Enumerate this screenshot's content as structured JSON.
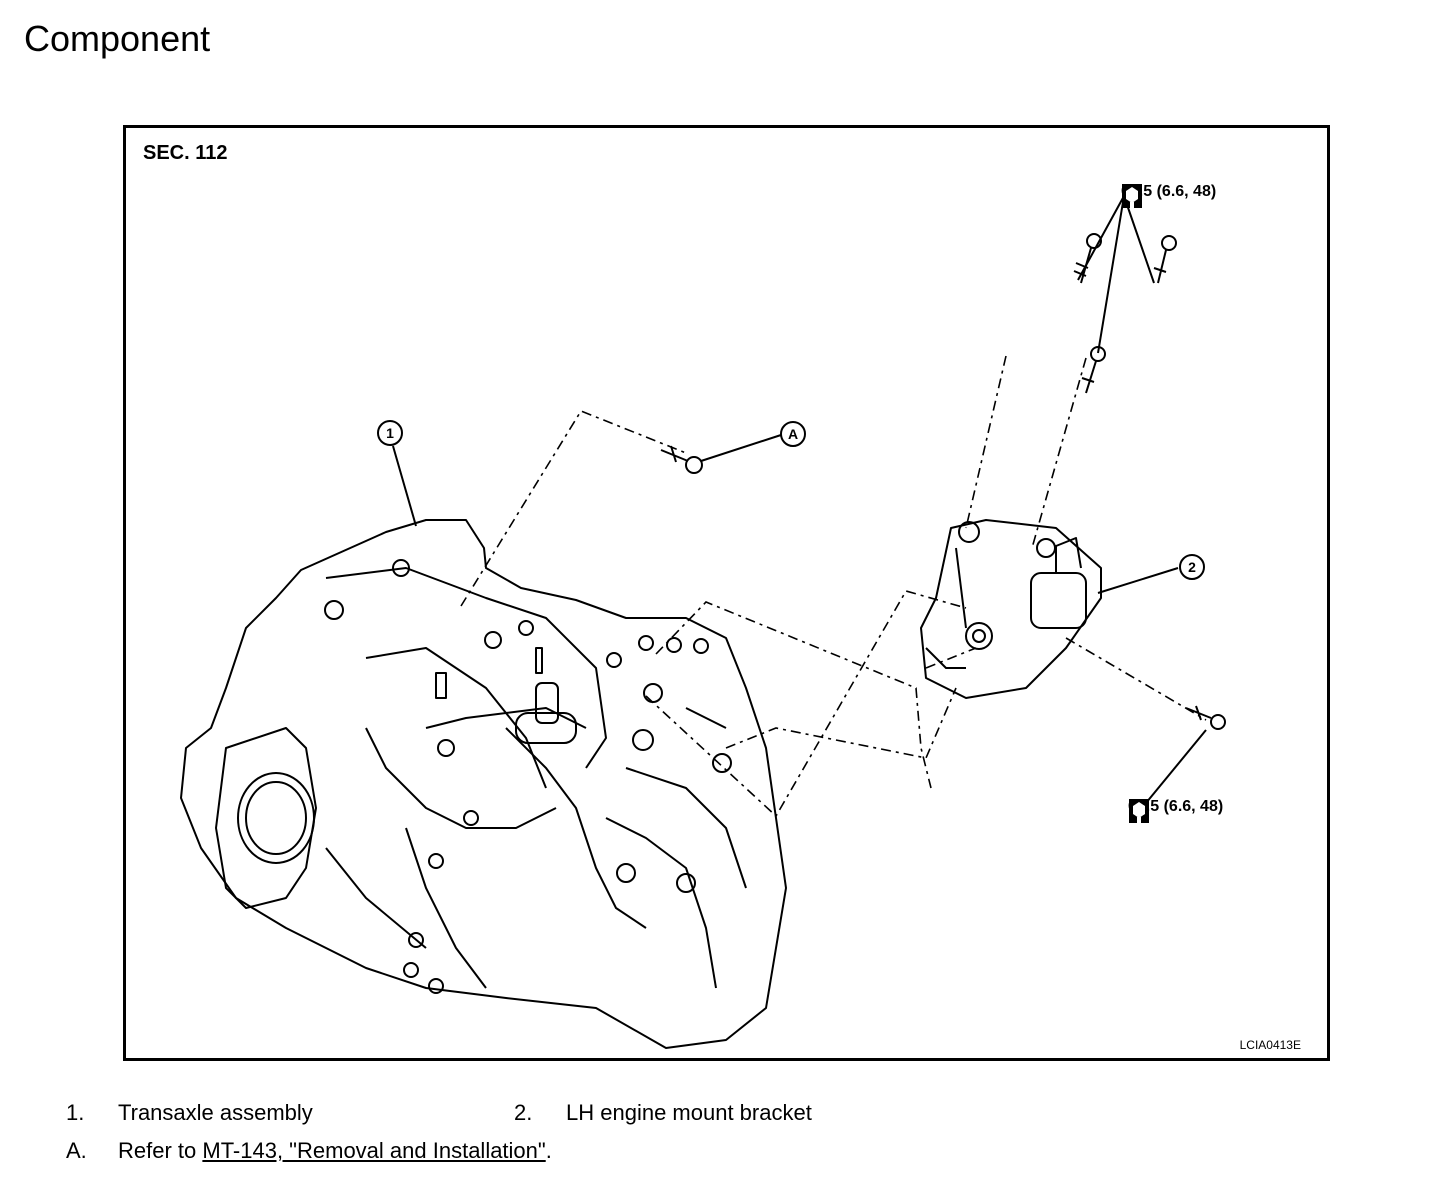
{
  "page": {
    "title": "Component"
  },
  "figure": {
    "section": "SEC. 112",
    "callouts": {
      "one": "1",
      "two": "2",
      "a": "A"
    },
    "torque_top": "64.5 (6.6, 48)",
    "torque_bottom": "64.5 (6.6, 48)",
    "code": "LCIA0413E",
    "icons": [
      "bolt-torque-icon"
    ]
  },
  "legend": {
    "item1_num": "1.",
    "item1_text": "Transaxle assembly",
    "item2_num": "2.",
    "item2_text": "LH engine mount bracket",
    "itemA_num": "A.",
    "itemA_prefix": "Refer to ",
    "itemA_link": "MT-143, \"Removal and Installation\"",
    "itemA_suffix": "."
  }
}
